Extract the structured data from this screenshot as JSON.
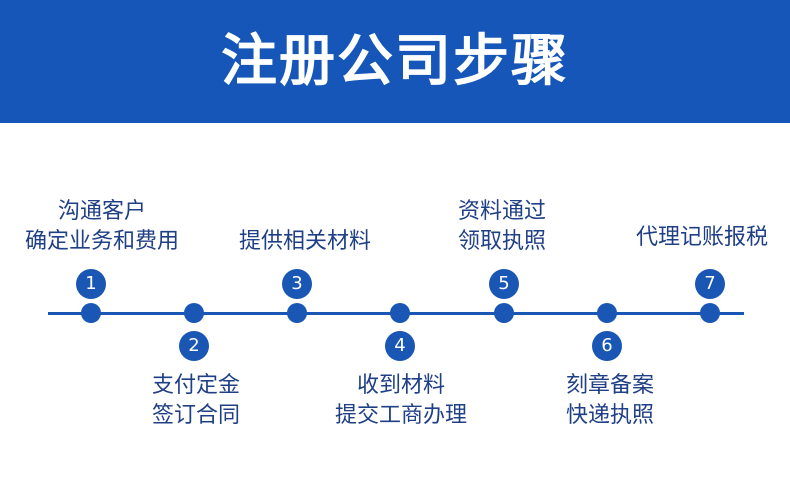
{
  "header": {
    "title": "注册公司步骤"
  },
  "steps": [
    {
      "number": "1",
      "lines": [
        "沟通客户",
        "确定业务和费用"
      ]
    },
    {
      "number": "2",
      "lines": [
        "支付定金",
        "签订合同"
      ]
    },
    {
      "number": "3",
      "lines": [
        "提供相关材料"
      ]
    },
    {
      "number": "4",
      "lines": [
        "收到材料",
        "提交工商办理"
      ]
    },
    {
      "number": "5",
      "lines": [
        "资料通过",
        "领取执照"
      ]
    },
    {
      "number": "6",
      "lines": [
        "刻章备案",
        "快递执照"
      ]
    },
    {
      "number": "7",
      "lines": [
        "代理记账报税"
      ]
    }
  ],
  "colors": {
    "banner": "#1556b8",
    "accent": "#1a56b4",
    "text": "#1f3f86"
  }
}
